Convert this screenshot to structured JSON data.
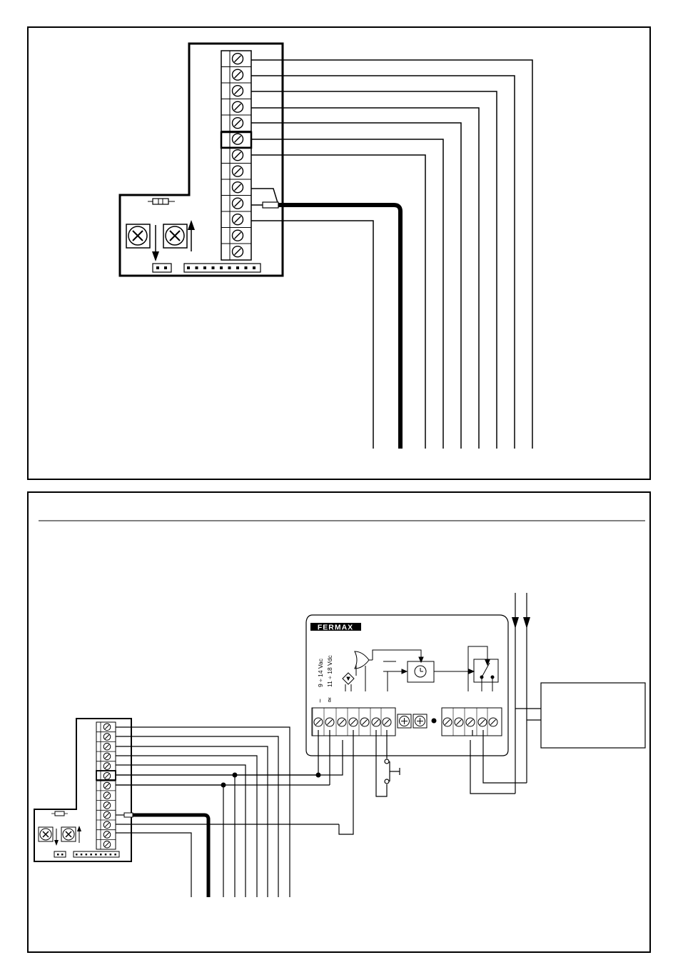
{
  "brand": {
    "label": "FERMAX"
  },
  "power_labels": {
    "ac": "9 ÷ 14 Vac",
    "dc": "11 ÷ 18 Vdc"
  },
  "symbols": {
    "ac": "~",
    "dc": "≃"
  },
  "terminal_block": {
    "screw_count": 13
  },
  "icons": [
    "screw-terminal-icon",
    "potentiometer-icon",
    "arrow-down-icon",
    "arrow-up-icon",
    "fuse-icon",
    "clock-timer-icon",
    "relay-contact-icon",
    "push-button-icon",
    "or-gate-icon",
    "diode-bridge-icon",
    "led-icon"
  ]
}
